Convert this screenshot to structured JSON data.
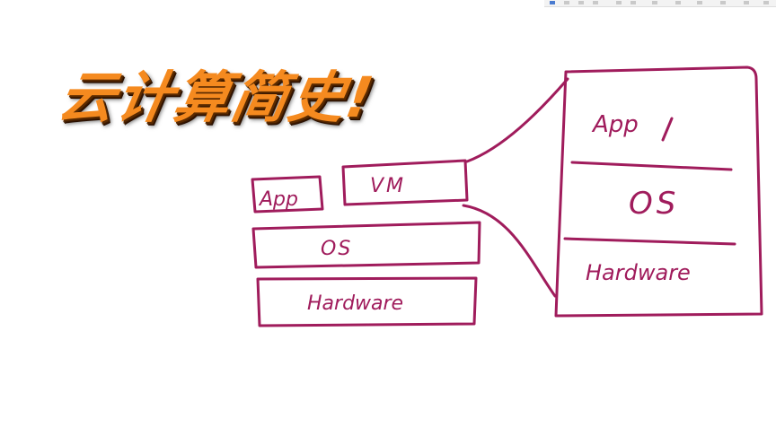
{
  "title": "云计算简史!",
  "colors": {
    "ink": "#a01c5c",
    "title": "#f58a1f"
  },
  "left_stack": {
    "app": "App",
    "vm": "VM",
    "os": "OS",
    "hardware": "Hardware"
  },
  "right_stack": {
    "app": "App",
    "os": "OS",
    "hardware": "Hardware"
  }
}
